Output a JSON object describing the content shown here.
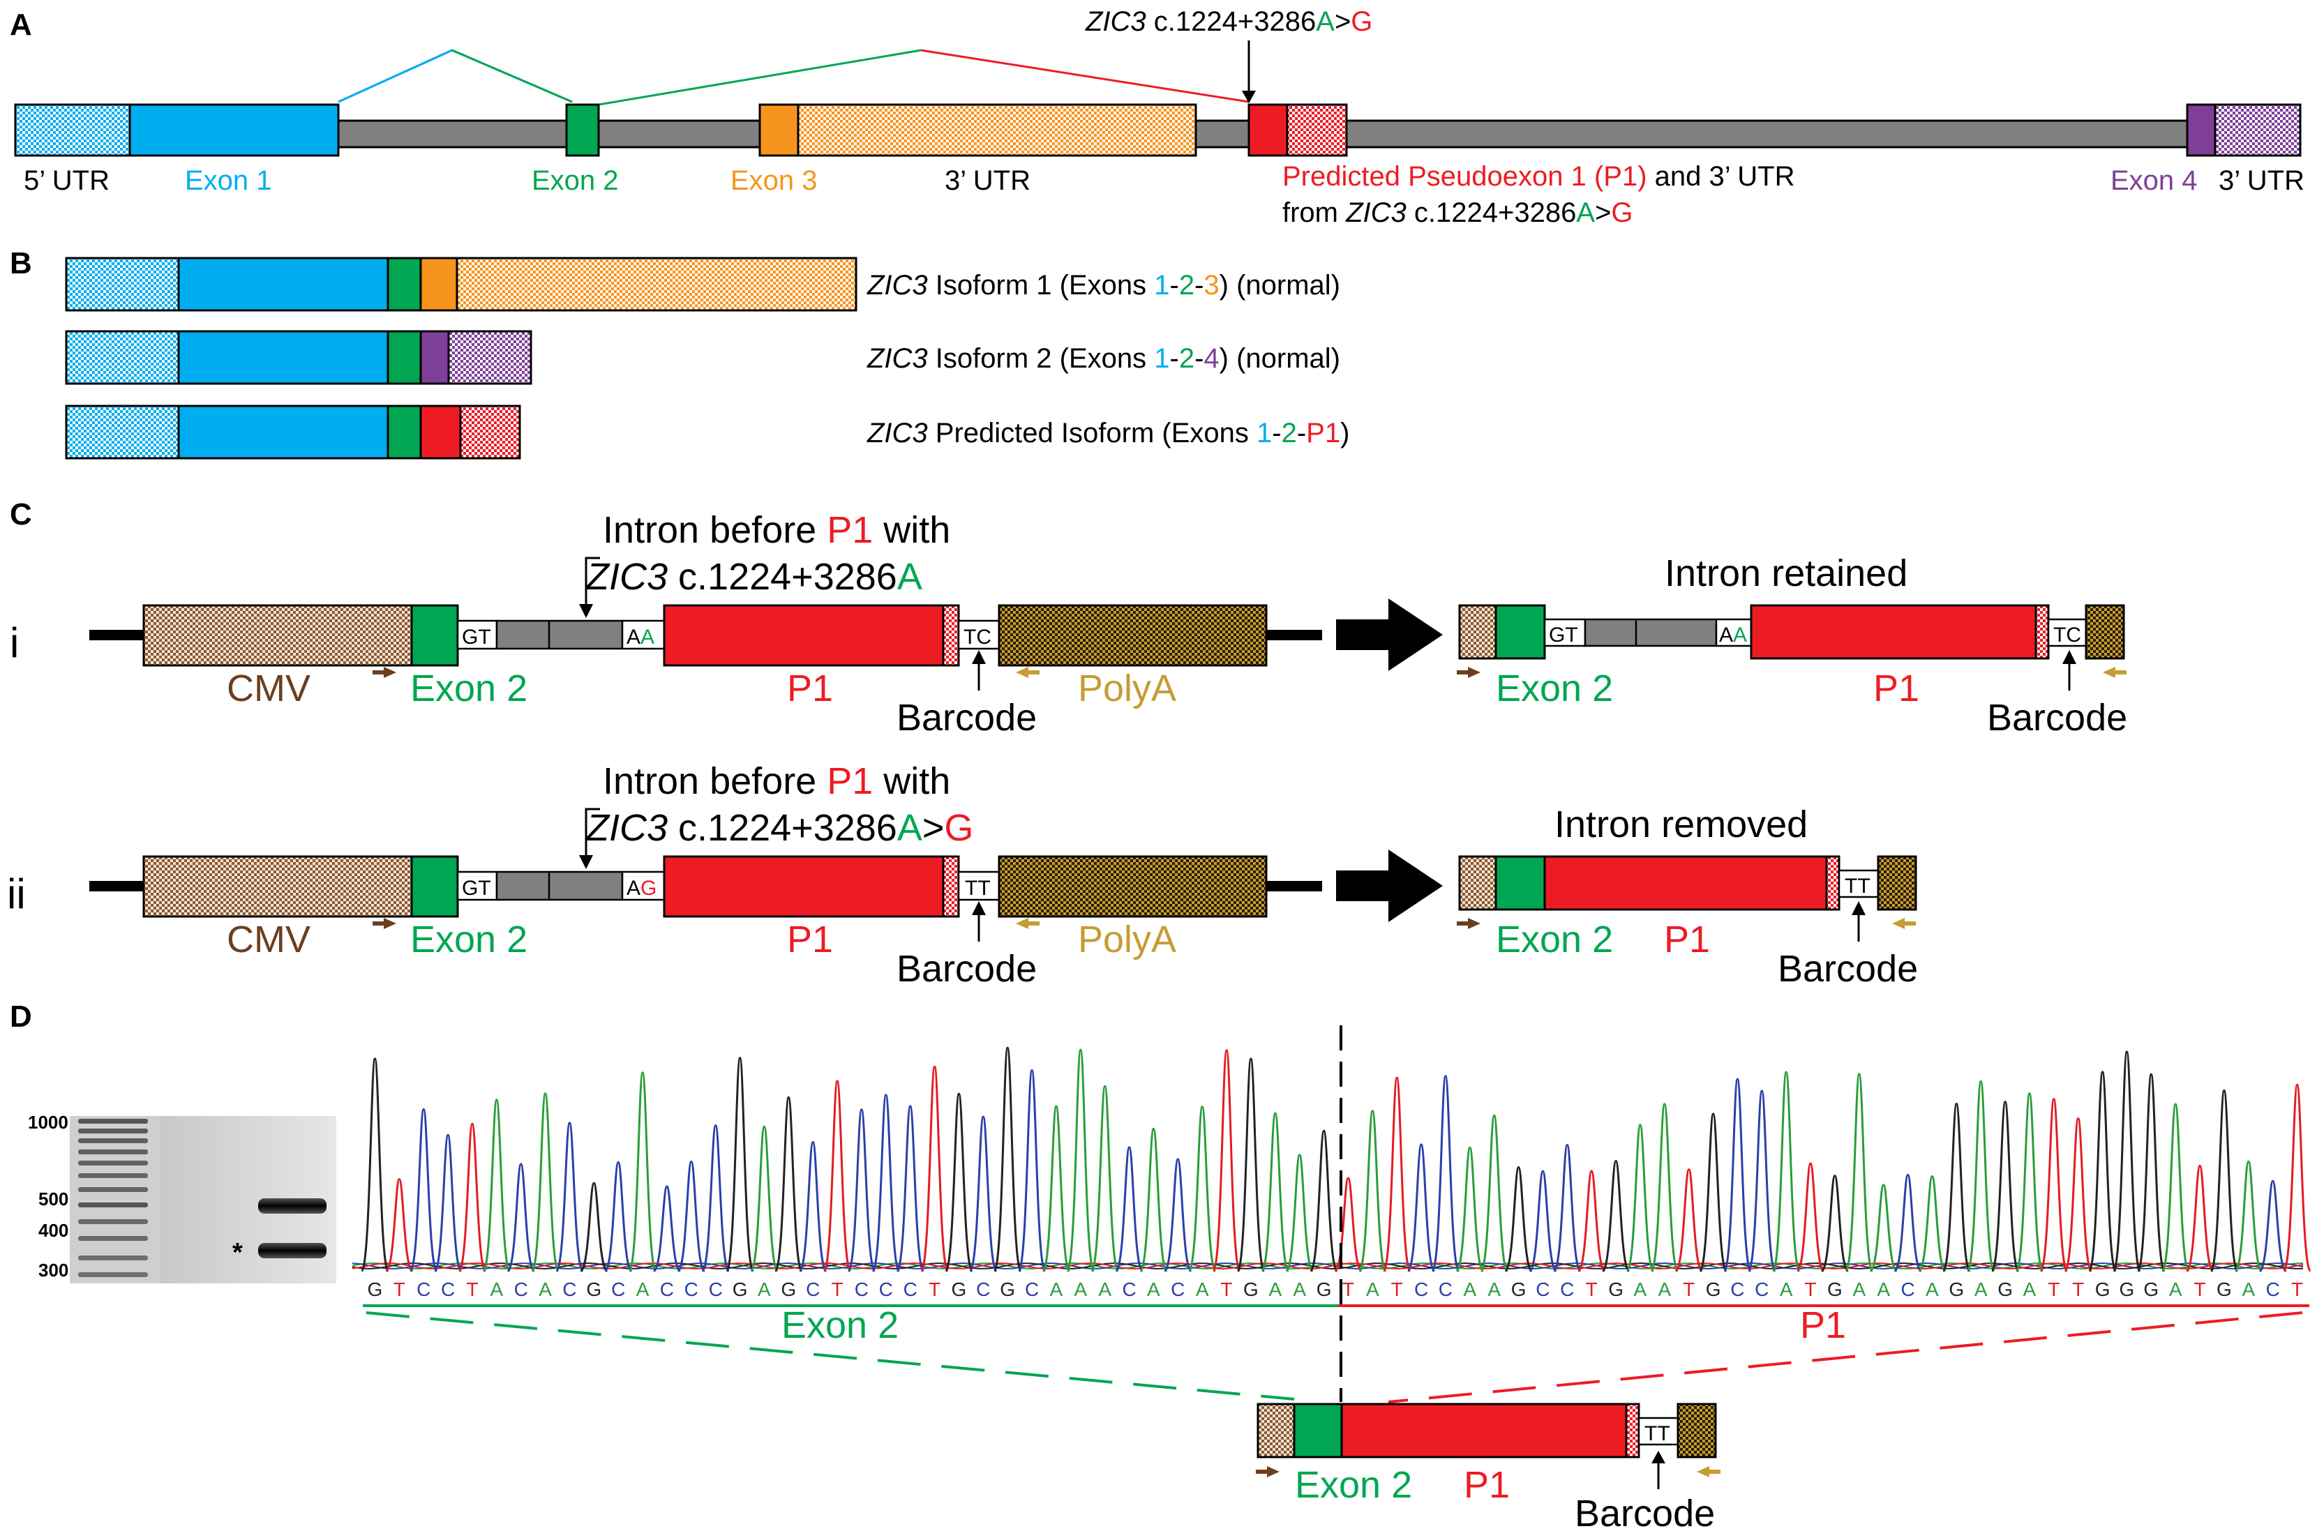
{
  "colors": {
    "exon1": "#00aeef",
    "exon2": "#00a651",
    "exon3": "#f7941d",
    "exon4": "#7f3f98",
    "p1": "#ed1c24",
    "intron": "#808080",
    "cmv": "#6b3f1f",
    "polya": "#c69c33",
    "base_A": "#2a9d3a",
    "base_C": "#2b3fa8",
    "base_G": "#222222",
    "base_T": "#e31b23"
  },
  "panel_a": {
    "letter": "A",
    "variant_gene": "ZIC3",
    "variant_pre": " c.1224+3286",
    "variant_ref": "A",
    "variant_gt": ">",
    "variant_alt": "G",
    "label_5utr": "5’ UTR",
    "label_exon1": "Exon 1",
    "label_exon2": "Exon 2",
    "label_exon3": "Exon 3",
    "label_3utr_mid": "3’ UTR",
    "label_p1": "Predicted Pseudoexon 1 (P1)",
    "label_p1_and": " and 3’ UTR",
    "label_from": "from ",
    "label_exon4": "Exon 4",
    "label_3utr_end": "3’ UTR"
  },
  "panel_b": {
    "letter": "B",
    "iso1": [
      "ZIC3",
      " Isoform 1 (Exons ",
      "1",
      "-",
      "2",
      "-",
      "3",
      ") (normal)"
    ],
    "iso2": [
      "ZIC3",
      " Isoform 2 (Exons ",
      "1",
      "-",
      "2",
      "-",
      "4",
      ") (normal)"
    ],
    "iso3": [
      "ZIC3",
      " Predicted Isoform (Exons ",
      "1",
      "-",
      "2",
      "-",
      "P1",
      ")"
    ]
  },
  "panel_c": {
    "letter": "C",
    "row_i": "i",
    "row_ii": "ii",
    "intron_before": "Intron before ",
    "p1": "P1",
    "with": " with",
    "variant_gene": "ZIC3",
    "variant_pre": " c.1224+3286",
    "variant_ref": "A",
    "variant_gt": ">",
    "variant_alt": "G",
    "cmv": "CMV",
    "exon2": "Exon 2",
    "polya": "PolyA",
    "barcode": "Barcode",
    "gt": "GT",
    "aa_1": "A",
    "aa_2": "A",
    "ag_1": "A",
    "ag_2": "G",
    "tc": "TC",
    "tt": "TT",
    "intron_retained": "Intron retained",
    "intron_removed": "Intron removed"
  },
  "panel_d": {
    "letter": "D",
    "ladder_labels": [
      "1000",
      "500",
      "400",
      "300"
    ],
    "star": "*",
    "sequence": "GTCCTACACGCACCCGAGCTCCCTGCGCAAACACATGAAGTATCCAAGCCTGAATGCCATGAACAGAGATTGGGATGACT",
    "exon2": "Exon 2",
    "p1": "P1",
    "barcode": "Barcode",
    "tt": "TT"
  }
}
